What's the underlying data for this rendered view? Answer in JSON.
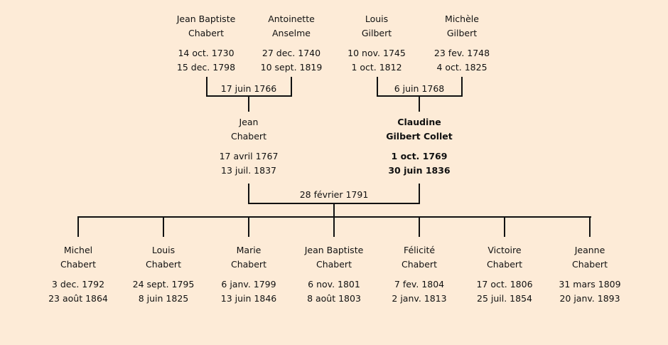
{
  "grandparents": [
    {
      "first": "Jean Baptiste",
      "last": "Chabert",
      "born": "14 oct. 1730",
      "died": "15 dec. 1798"
    },
    {
      "first": "Antoinette",
      "last": "Anselme",
      "born": "27 dec. 1740",
      "died": "10 sept. 1819"
    },
    {
      "first": "Louis",
      "last": "Gilbert",
      "born": "10 nov. 1745",
      "died": "1 oct. 1812"
    },
    {
      "first": "Michèle",
      "last": "Gilbert",
      "born": "23 fev. 1748",
      "died": "4 oct. 1825"
    }
  ],
  "parents": [
    {
      "first": "Jean",
      "last": "Chabert",
      "born": "17 avril 1767",
      "died": "13 juil. 1837"
    },
    {
      "first": "Claudine",
      "last": "Gilbert Collet",
      "born": "1 oct. 1769",
      "died": "30 juin 1836",
      "highlighted": true
    }
  ],
  "marriages": {
    "paternal": "17 juin 1766",
    "maternal": "6 juin 1768",
    "parents": "28 février 1791"
  },
  "children": [
    {
      "first": "Michel",
      "last": "Chabert",
      "born": "3 dec. 1792",
      "died": "23 août 1864"
    },
    {
      "first": "Louis",
      "last": "Chabert",
      "born": "24 sept. 1795",
      "died": "8 juin 1825"
    },
    {
      "first": "Marie",
      "last": "Chabert",
      "born": "6 janv. 1799",
      "died": "13 juin 1846"
    },
    {
      "first": "Jean Baptiste",
      "last": "Chabert",
      "born": "6 nov. 1801",
      "died": "8 août 1803"
    },
    {
      "first": "Félicité",
      "last": "Chabert",
      "born": "7 fev. 1804",
      "died": "2 janv. 1813"
    },
    {
      "first": "Victoire",
      "last": "Chabert",
      "born": "17 oct. 1806",
      "died": "25 juil. 1854"
    },
    {
      "first": "Jeanne",
      "last": "Chabert",
      "born": "31 mars 1809",
      "died": "20 janv. 1893"
    }
  ]
}
